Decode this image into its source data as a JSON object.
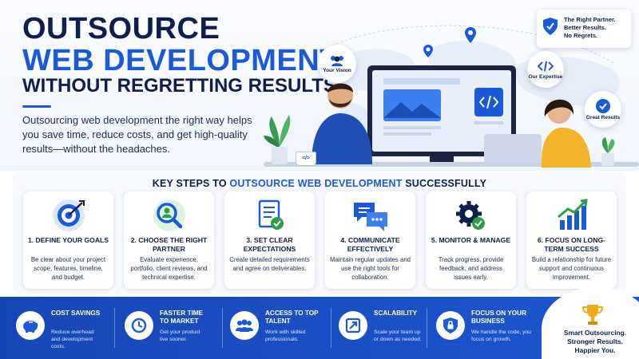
{
  "hero": {
    "title_line1": "OUTSOURCE",
    "title_line2": "WEB DEVELOPMENT",
    "title_line3": "WITHOUT REGRETTING RESULTS",
    "intro": "Outsourcing web development the right way helps you save time, reduce costs, and get high-quality results—without the headaches."
  },
  "badges": {
    "top_card": [
      "The Right Partner.",
      "Better Results.",
      "No Regrets."
    ],
    "your_vision": "Your Vision",
    "our_expertise": "Our Expertise",
    "great_results": "Great Results"
  },
  "steps_section": {
    "title_prefix": "KEY STEPS TO ",
    "title_highlight": "OUTSOURCE WEB DEVELOPMENT",
    "title_suffix": " SUCCESSFULLY",
    "steps": [
      {
        "title": "1. DEFINE YOUR GOALS",
        "desc": "Be clear about your project scope, features, timeline, and budget.",
        "icon": "target-icon"
      },
      {
        "title": "2. CHOOSE THE RIGHT PARTNER",
        "desc": "Evaluate experience, portfolio, client reviews, and technical expertise.",
        "icon": "search-user-icon"
      },
      {
        "title": "3. SET CLEAR EXPECTATIONS",
        "desc": "Create detailed requirements and agree on deliverables.",
        "icon": "checklist-icon"
      },
      {
        "title": "4. COMMUNICATE EFFECTIVELY",
        "desc": "Maintain regular updates and use the right tools for collaboration.",
        "icon": "chat-icon"
      },
      {
        "title": "5. MONITOR & MANAGE",
        "desc": "Track progress, provide feedback, and address issues early.",
        "icon": "gear-check-icon"
      },
      {
        "title": "6. FOCUS ON LONG-TERM SUCCESS",
        "desc": "Build a relationship for future support and continuous improvement.",
        "icon": "growth-chart-icon"
      }
    ]
  },
  "benefits": [
    {
      "title": "COST SAVINGS",
      "desc": "Reduce overhead and development costs.",
      "icon": "piggy-bank-icon"
    },
    {
      "title": "FASTER TIME TO MARKET",
      "desc": "Get your product live sooner.",
      "icon": "clock-icon"
    },
    {
      "title": "ACCESS TO TOP TALENT",
      "desc": "Work with skilled professionals.",
      "icon": "team-icon"
    },
    {
      "title": "SCALABILITY",
      "desc": "Scale your team up or down as needed.",
      "icon": "scale-icon"
    },
    {
      "title": "FOCUS ON YOUR BUSINESS",
      "desc": "We handle the code, you focus on growth.",
      "icon": "lock-icon"
    }
  ],
  "final": {
    "line1": "Smart Outsourcing.",
    "line2": "Stronger Results.",
    "line3": "Happier You."
  },
  "colors": {
    "navy": "#0d1e4f",
    "blue": "#1a5ad8",
    "green": "#2e9d4a",
    "gold": "#f0a81c"
  }
}
